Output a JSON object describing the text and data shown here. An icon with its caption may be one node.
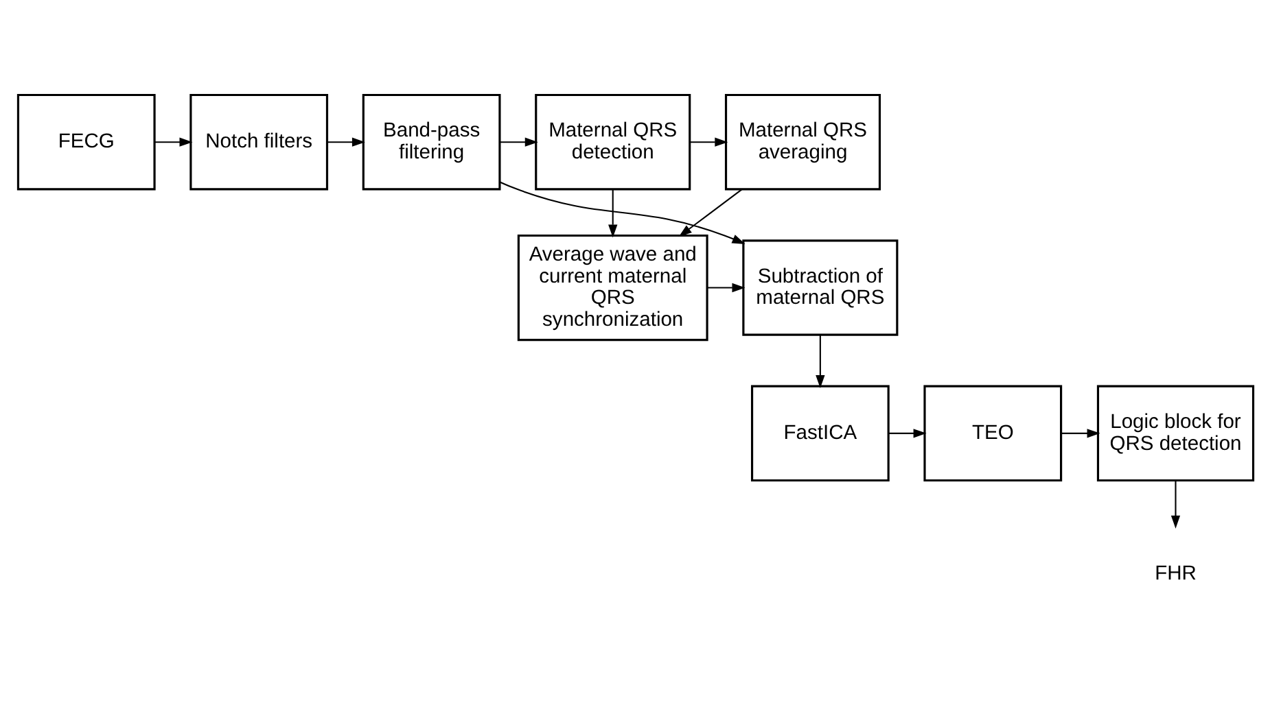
{
  "diagram": {
    "nodes": [
      {
        "text": [
          "FECG"
        ]
      },
      {
        "text": [
          "Notch filters"
        ]
      },
      {
        "text": [
          "Band-pass filtering"
        ]
      },
      {
        "text": [
          "Maternal QRS detection"
        ]
      },
      {
        "text": [
          "Maternal QRS averaging"
        ]
      },
      {
        "text": [
          "Average wave and current maternal QRS synchronization"
        ]
      },
      {
        "text": [
          "Subtraction of maternal QRS"
        ]
      },
      {
        "text": [
          "FastICA"
        ]
      },
      {
        "text": [
          "TEO"
        ]
      },
      {
        "text": [
          "Logic block for QRS detection"
        ]
      },
      {
        "text": [
          "FHR"
        ]
      }
    ],
    "edges": [
      {
        "from": 0,
        "to": 1,
        "arrow": "to"
      },
      {
        "from": 1,
        "to": 2,
        "arrow": "to"
      },
      {
        "from": 2,
        "to": 3,
        "arrow": "to"
      },
      {
        "from": 3,
        "to": 4,
        "arrow": "to"
      },
      {
        "from": 2,
        "to": 6,
        "arrow": "to"
      },
      {
        "from": 4,
        "to": 5,
        "arrow": "to"
      },
      {
        "from": 3,
        "to": 5,
        "arrow": "to"
      },
      {
        "from": 5,
        "to": 6,
        "arrow": "to"
      },
      {
        "from": 6,
        "to": 7,
        "arrow": "to"
      },
      {
        "from": 7,
        "to": 8,
        "arrow": "to"
      },
      {
        "from": 8,
        "to": 9,
        "arrow": "to"
      },
      {
        "from": 9,
        "to": 10,
        "arrow": "to"
      }
    ]
  }
}
